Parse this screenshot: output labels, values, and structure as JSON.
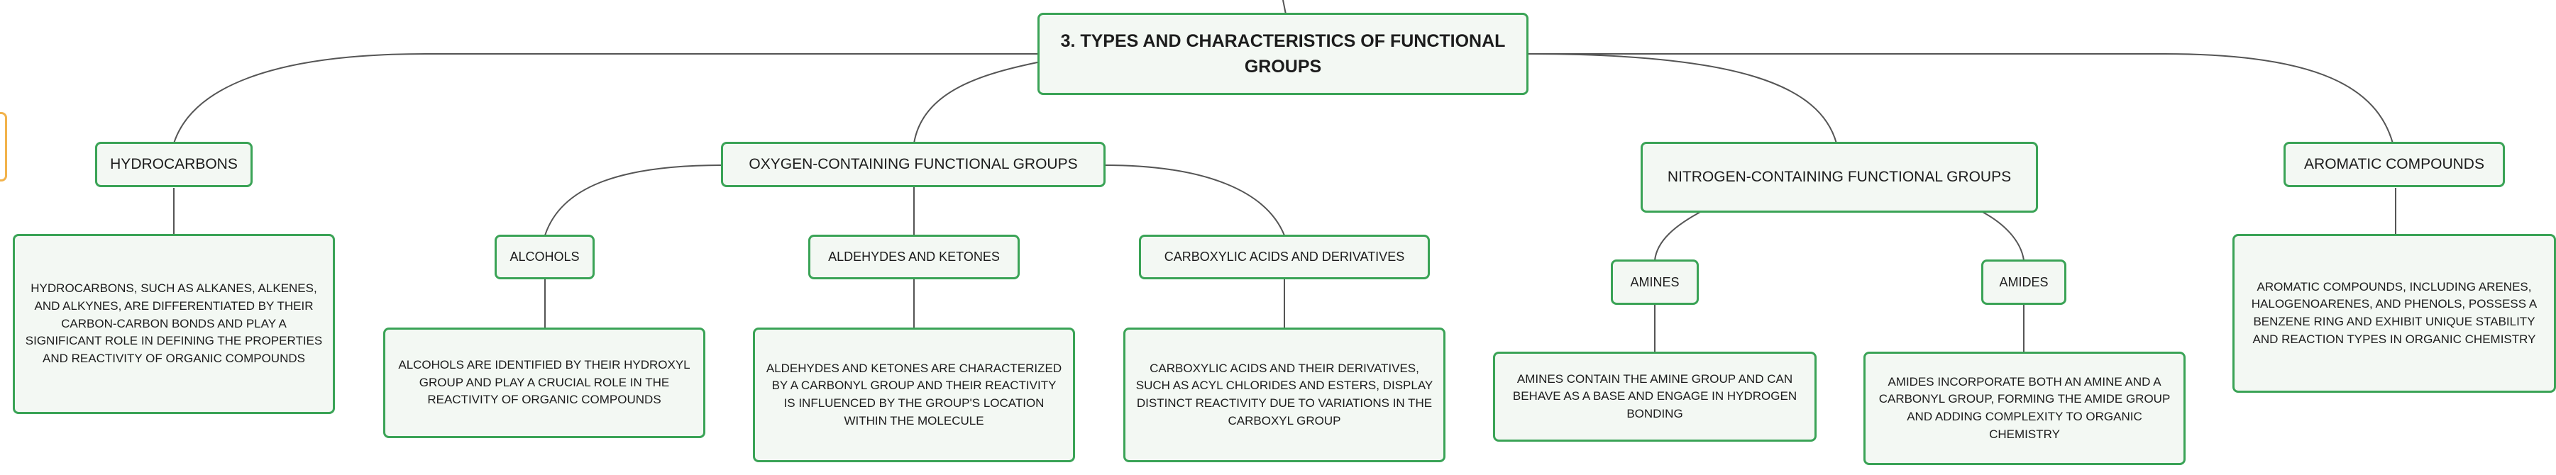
{
  "map": {
    "root": "3. TYPES AND CHARACTERISTICS OF FUNCTIONAL GROUPS",
    "hydrocarbons": {
      "label": "HYDROCARBONS",
      "desc": "HYDROCARBONS, SUCH AS ALKANES, ALKENES, AND ALKYNES, ARE DIFFERENTIATED BY THEIR CARBON-CARBON BONDS AND PLAY A SIGNIFICANT ROLE IN DEFINING THE PROPERTIES AND REACTIVITY OF ORGANIC COMPOUNDS"
    },
    "oxygen": {
      "label": "OXYGEN-CONTAINING FUNCTIONAL GROUPS",
      "alcohols": {
        "label": "ALCOHOLS",
        "desc": "ALCOHOLS ARE IDENTIFIED BY THEIR HYDROXYL GROUP AND PLAY A CRUCIAL ROLE IN THE REACTIVITY OF ORGANIC COMPOUNDS"
      },
      "aldehydes": {
        "label": "ALDEHYDES AND KETONES",
        "desc": "ALDEHYDES AND KETONES ARE CHARACTERIZED BY A CARBONYL GROUP AND THEIR REACTIVITY IS INFLUENCED BY THE GROUP'S LOCATION WITHIN THE MOLECULE"
      },
      "carboxylic": {
        "label": "CARBOXYLIC ACIDS AND DERIVATIVES",
        "desc": "CARBOXYLIC ACIDS AND THEIR DERIVATIVES, SUCH AS ACYL CHLORIDES AND ESTERS, DISPLAY DISTINCT REACTIVITY DUE TO VARIATIONS IN THE CARBOXYL GROUP"
      }
    },
    "nitrogen": {
      "label": "NITROGEN-CONTAINING FUNCTIONAL GROUPS",
      "amines": {
        "label": "AMINES",
        "desc": "AMINES CONTAIN THE AMINE GROUP AND CAN BEHAVE AS A BASE AND ENGAGE IN HYDROGEN BONDING"
      },
      "amides": {
        "label": "AMIDES",
        "desc": "AMIDES INCORPORATE BOTH AN AMINE AND A CARBONYL GROUP, FORMING THE AMIDE GROUP AND ADDING COMPLEXITY TO ORGANIC CHEMISTRY"
      }
    },
    "aromatic": {
      "label": "AROMATIC COMPOUNDS",
      "desc": "AROMATIC COMPOUNDS, INCLUDING ARENES, HALOGENOARENES, AND PHENOLS, POSSESS A BENZENE RING AND EXHIBIT UNIQUE STABILITY AND REACTION TYPES IN ORGANIC CHEMISTRY"
    }
  },
  "colors": {
    "node_border": "#3aa356",
    "node_fill": "#f3f8f3",
    "connector": "#555555",
    "edge_tab": "#f2b34c"
  }
}
